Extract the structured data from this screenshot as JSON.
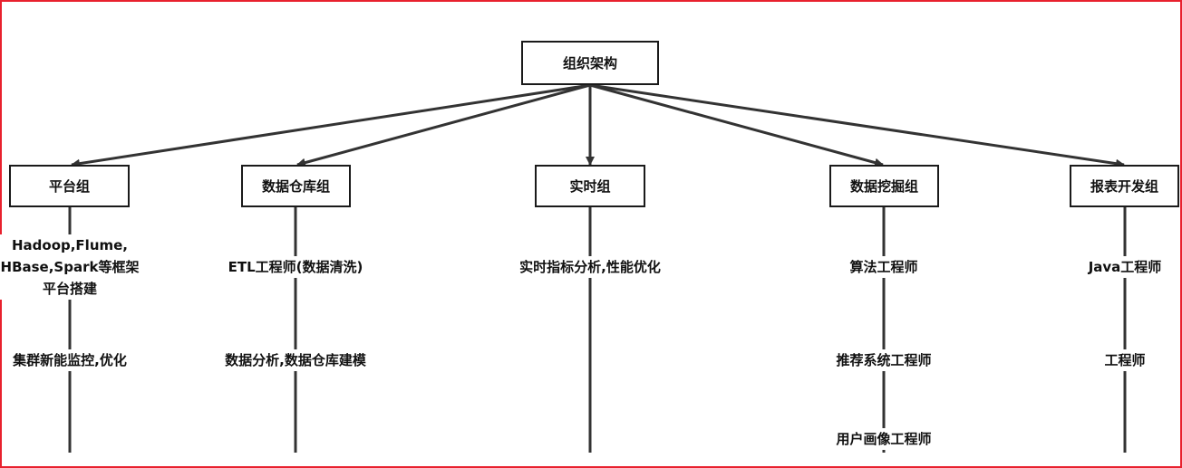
{
  "root": {
    "label": "组织架构"
  },
  "groups": [
    {
      "label": "平台组",
      "items": [
        "Hadoop,Flume,\nHBase,Spark等框架\n平台搭建",
        "集群新能监控,优化"
      ]
    },
    {
      "label": "数据仓库组",
      "items": [
        "ETL工程师(数据清洗)",
        "数据分析,数据仓库建模"
      ]
    },
    {
      "label": "实时组",
      "items": [
        "实时指标分析,性能优化"
      ]
    },
    {
      "label": "数据挖掘组",
      "items": [
        "算法工程师",
        "推荐系统工程师",
        "用户画像工程师"
      ]
    },
    {
      "label": "报表开发组",
      "items": [
        "Java工程师",
        "工程师"
      ]
    }
  ],
  "colors": {
    "line": "#333333",
    "border": "#e8212e"
  }
}
